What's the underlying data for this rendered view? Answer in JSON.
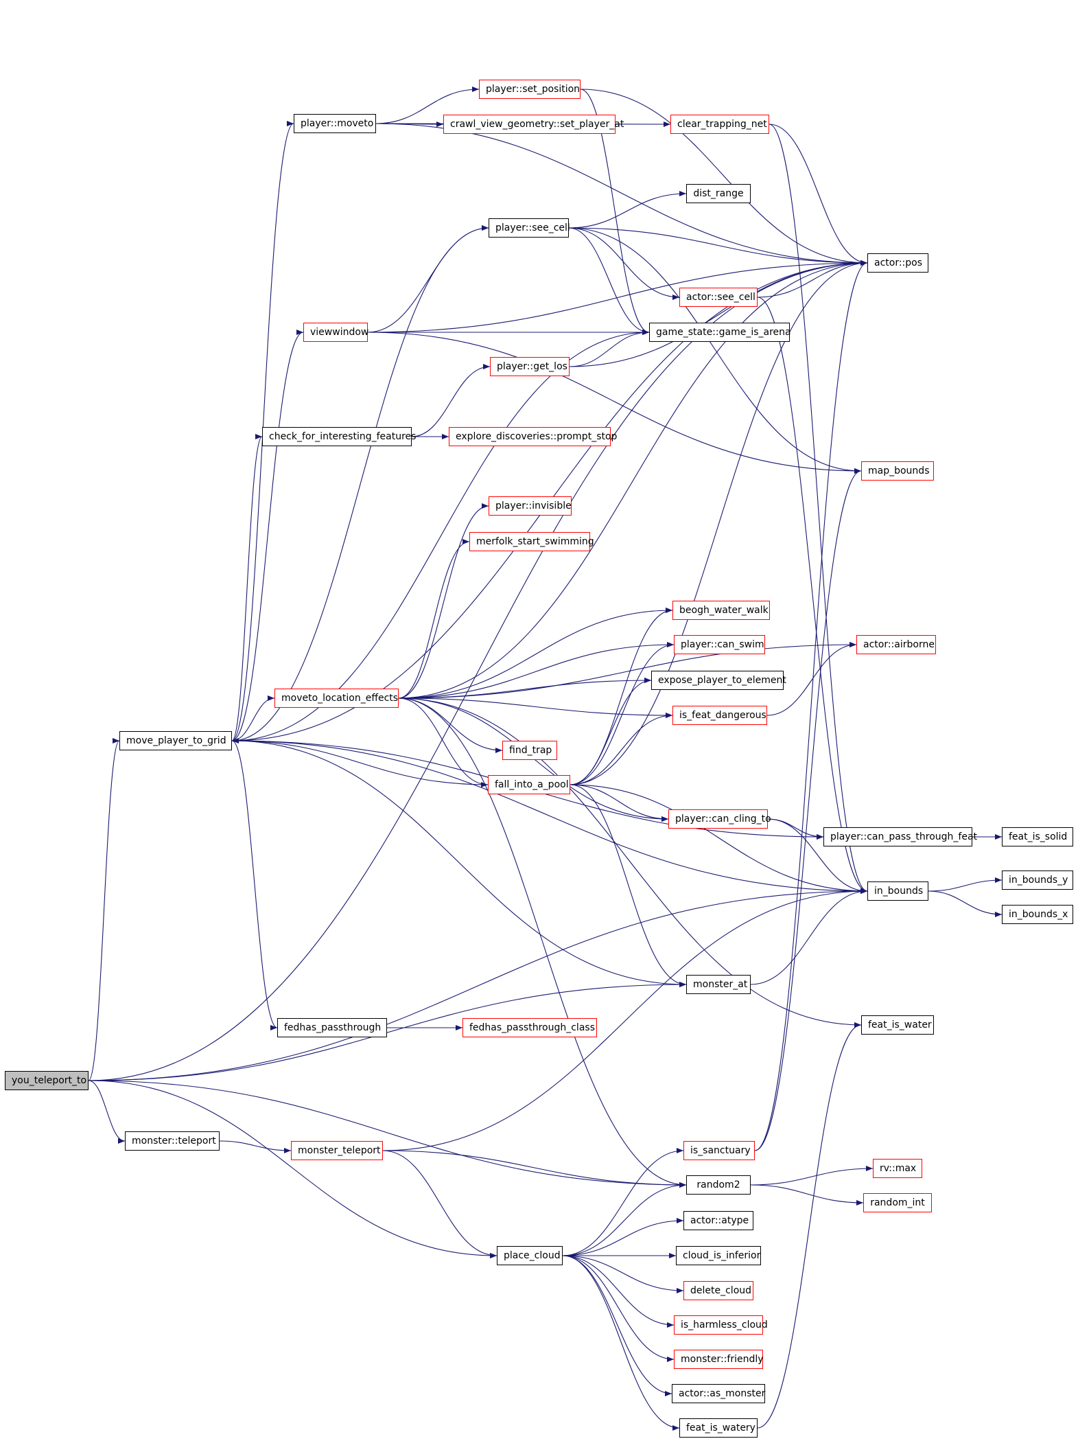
{
  "colors": {
    "edge": "#191970",
    "documented_border": "#000000",
    "undocumented_border": "#ff0000",
    "root_fill": "#bfbfbf"
  },
  "nodes": {
    "you_teleport_to": {
      "label": "you_teleport_to",
      "style": "root"
    },
    "player_moveto": {
      "label": "player::moveto",
      "style": "black"
    },
    "player_set_position": {
      "label": "player::set_position",
      "style": "red"
    },
    "crawl_view_geometry_set_player_at": {
      "label": "crawl_view_geometry::set_player_at",
      "style": "red"
    },
    "clear_trapping_net": {
      "label": "clear_trapping_net",
      "style": "red"
    },
    "dist_range": {
      "label": "dist_range",
      "style": "black"
    },
    "player_see_cell": {
      "label": "player::see_cell",
      "style": "black"
    },
    "actor_pos": {
      "label": "actor::pos",
      "style": "black"
    },
    "actor_see_cell": {
      "label": "actor::see_cell",
      "style": "red"
    },
    "viewwindow": {
      "label": "viewwindow",
      "style": "red"
    },
    "game_state_game_is_arena": {
      "label": "game_state::game_is_arena",
      "style": "black"
    },
    "player_get_los": {
      "label": "player::get_los",
      "style": "red"
    },
    "check_for_interesting_features": {
      "label": "check_for_interesting_features",
      "style": "black"
    },
    "explore_discoveries_prompt_stop": {
      "label": "explore_discoveries::prompt_stop",
      "style": "red"
    },
    "map_bounds": {
      "label": "map_bounds",
      "style": "red"
    },
    "player_invisible": {
      "label": "player::invisible",
      "style": "red"
    },
    "merfolk_start_swimming": {
      "label": "merfolk_start_swimming",
      "style": "red"
    },
    "beogh_water_walk": {
      "label": "beogh_water_walk",
      "style": "red"
    },
    "actor_airborne": {
      "label": "actor::airborne",
      "style": "red"
    },
    "player_can_swim": {
      "label": "player::can_swim",
      "style": "red"
    },
    "moveto_location_effects": {
      "label": "moveto_location_effects",
      "style": "red"
    },
    "expose_player_to_element": {
      "label": "expose_player_to_element",
      "style": "black"
    },
    "is_feat_dangerous": {
      "label": "is_feat_dangerous",
      "style": "red"
    },
    "move_player_to_grid": {
      "label": "move_player_to_grid",
      "style": "black"
    },
    "find_trap": {
      "label": "find_trap",
      "style": "red"
    },
    "fall_into_a_pool": {
      "label": "fall_into_a_pool",
      "style": "red"
    },
    "player_can_cling_to": {
      "label": "player::can_cling_to",
      "style": "red"
    },
    "player_can_pass_through_feat": {
      "label": "player::can_pass_through_feat",
      "style": "black"
    },
    "feat_is_solid": {
      "label": "feat_is_solid",
      "style": "black"
    },
    "in_bounds": {
      "label": "in_bounds",
      "style": "black"
    },
    "in_bounds_y": {
      "label": "in_bounds_y",
      "style": "black"
    },
    "in_bounds_x": {
      "label": "in_bounds_x",
      "style": "black"
    },
    "monster_at": {
      "label": "monster_at",
      "style": "black"
    },
    "fedhas_passthrough": {
      "label": "fedhas_passthrough",
      "style": "black"
    },
    "fedhas_passthrough_class": {
      "label": "fedhas_passthrough_class",
      "style": "red"
    },
    "feat_is_water": {
      "label": "feat_is_water",
      "style": "black"
    },
    "monster_teleport_method": {
      "label": "monster::teleport",
      "style": "black"
    },
    "monster_teleport": {
      "label": "monster_teleport",
      "style": "red"
    },
    "is_sanctuary": {
      "label": "is_sanctuary",
      "style": "red"
    },
    "random2": {
      "label": "random2",
      "style": "black"
    },
    "rv_max": {
      "label": "rv::max",
      "style": "red"
    },
    "random_int": {
      "label": "random_int",
      "style": "red"
    },
    "actor_atype": {
      "label": "actor::atype",
      "style": "black"
    },
    "place_cloud": {
      "label": "place_cloud",
      "style": "black"
    },
    "cloud_is_inferior": {
      "label": "cloud_is_inferior",
      "style": "black"
    },
    "delete_cloud": {
      "label": "delete_cloud",
      "style": "red"
    },
    "is_harmless_cloud": {
      "label": "is_harmless_cloud",
      "style": "red"
    },
    "monster_friendly": {
      "label": "monster::friendly",
      "style": "red"
    },
    "actor_as_monster": {
      "label": "actor::as_monster",
      "style": "black"
    },
    "feat_is_watery": {
      "label": "feat_is_watery",
      "style": "black"
    }
  },
  "edges": [
    [
      "you_teleport_to",
      "actor_pos"
    ],
    [
      "you_teleport_to",
      "move_player_to_grid"
    ],
    [
      "you_teleport_to",
      "monster_at"
    ],
    [
      "you_teleport_to",
      "in_bounds"
    ],
    [
      "you_teleport_to",
      "monster_teleport_method"
    ],
    [
      "you_teleport_to",
      "random2"
    ],
    [
      "you_teleport_to",
      "place_cloud"
    ],
    [
      "player_moveto",
      "player_set_position"
    ],
    [
      "player_moveto",
      "crawl_view_geometry_set_player_at"
    ],
    [
      "player_moveto",
      "clear_trapping_net"
    ],
    [
      "player_moveto",
      "actor_pos"
    ],
    [
      "player_set_position",
      "actor_pos"
    ],
    [
      "player_set_position",
      "game_state_game_is_arena"
    ],
    [
      "clear_trapping_net",
      "actor_pos"
    ],
    [
      "clear_trapping_net",
      "in_bounds"
    ],
    [
      "player_see_cell",
      "dist_range"
    ],
    [
      "player_see_cell",
      "actor_pos"
    ],
    [
      "player_see_cell",
      "actor_see_cell"
    ],
    [
      "player_see_cell",
      "game_state_game_is_arena"
    ],
    [
      "player_see_cell",
      "map_bounds"
    ],
    [
      "actor_see_cell",
      "actor_pos"
    ],
    [
      "actor_see_cell",
      "in_bounds"
    ],
    [
      "viewwindow",
      "player_see_cell"
    ],
    [
      "viewwindow",
      "game_state_game_is_arena"
    ],
    [
      "viewwindow",
      "actor_pos"
    ],
    [
      "viewwindow",
      "map_bounds"
    ],
    [
      "player_get_los",
      "game_state_game_is_arena"
    ],
    [
      "player_get_los",
      "actor_pos"
    ],
    [
      "check_for_interesting_features",
      "player_get_los"
    ],
    [
      "check_for_interesting_features",
      "explore_discoveries_prompt_stop"
    ],
    [
      "moveto_location_effects",
      "actor_pos"
    ],
    [
      "moveto_location_effects",
      "player_invisible"
    ],
    [
      "moveto_location_effects",
      "merfolk_start_swimming"
    ],
    [
      "moveto_location_effects",
      "actor_airborne"
    ],
    [
      "moveto_location_effects",
      "beogh_water_walk"
    ],
    [
      "moveto_location_effects",
      "player_can_swim"
    ],
    [
      "moveto_location_effects",
      "expose_player_to_element"
    ],
    [
      "moveto_location_effects",
      "is_feat_dangerous"
    ],
    [
      "moveto_location_effects",
      "find_trap"
    ],
    [
      "moveto_location_effects",
      "fall_into_a_pool"
    ],
    [
      "moveto_location_effects",
      "player_can_cling_to"
    ],
    [
      "moveto_location_effects",
      "feat_is_water"
    ],
    [
      "moveto_location_effects",
      "random2"
    ],
    [
      "is_feat_dangerous",
      "actor_airborne"
    ],
    [
      "move_player_to_grid",
      "player_moveto"
    ],
    [
      "move_player_to_grid",
      "actor_pos"
    ],
    [
      "move_player_to_grid",
      "player_see_cell"
    ],
    [
      "move_player_to_grid",
      "game_state_game_is_arena"
    ],
    [
      "move_player_to_grid",
      "viewwindow"
    ],
    [
      "move_player_to_grid",
      "check_for_interesting_features"
    ],
    [
      "move_player_to_grid",
      "moveto_location_effects"
    ],
    [
      "move_player_to_grid",
      "player_can_pass_through_feat"
    ],
    [
      "move_player_to_grid",
      "in_bounds"
    ],
    [
      "move_player_to_grid",
      "monster_at"
    ],
    [
      "move_player_to_grid",
      "fedhas_passthrough"
    ],
    [
      "fall_into_a_pool",
      "move_player_to_grid"
    ],
    [
      "fall_into_a_pool",
      "beogh_water_walk"
    ],
    [
      "fall_into_a_pool",
      "player_can_swim"
    ],
    [
      "fall_into_a_pool",
      "expose_player_to_element"
    ],
    [
      "fall_into_a_pool",
      "is_feat_dangerous"
    ],
    [
      "fall_into_a_pool",
      "actor_pos"
    ],
    [
      "fall_into_a_pool",
      "in_bounds"
    ],
    [
      "fall_into_a_pool",
      "player_can_cling_to"
    ],
    [
      "fall_into_a_pool",
      "monster_at"
    ],
    [
      "player_can_cling_to",
      "player_can_pass_through_feat"
    ],
    [
      "player_can_cling_to",
      "in_bounds"
    ],
    [
      "player_can_pass_through_feat",
      "feat_is_solid"
    ],
    [
      "in_bounds",
      "in_bounds_y"
    ],
    [
      "in_bounds",
      "in_bounds_x"
    ],
    [
      "monster_at",
      "in_bounds"
    ],
    [
      "fedhas_passthrough",
      "fedhas_passthrough_class"
    ],
    [
      "monster_teleport_method",
      "monster_teleport"
    ],
    [
      "monster_teleport",
      "in_bounds"
    ],
    [
      "monster_teleport",
      "random2"
    ],
    [
      "monster_teleport",
      "place_cloud"
    ],
    [
      "is_sanctuary",
      "actor_pos"
    ],
    [
      "is_sanctuary",
      "map_bounds"
    ],
    [
      "random2",
      "rv_max"
    ],
    [
      "random2",
      "random_int"
    ],
    [
      "place_cloud",
      "is_sanctuary"
    ],
    [
      "place_cloud",
      "random2"
    ],
    [
      "place_cloud",
      "actor_atype"
    ],
    [
      "place_cloud",
      "cloud_is_inferior"
    ],
    [
      "place_cloud",
      "delete_cloud"
    ],
    [
      "place_cloud",
      "is_harmless_cloud"
    ],
    [
      "place_cloud",
      "monster_friendly"
    ],
    [
      "place_cloud",
      "actor_as_monster"
    ],
    [
      "place_cloud",
      "feat_is_watery"
    ],
    [
      "feat_is_watery",
      "feat_is_water"
    ]
  ]
}
